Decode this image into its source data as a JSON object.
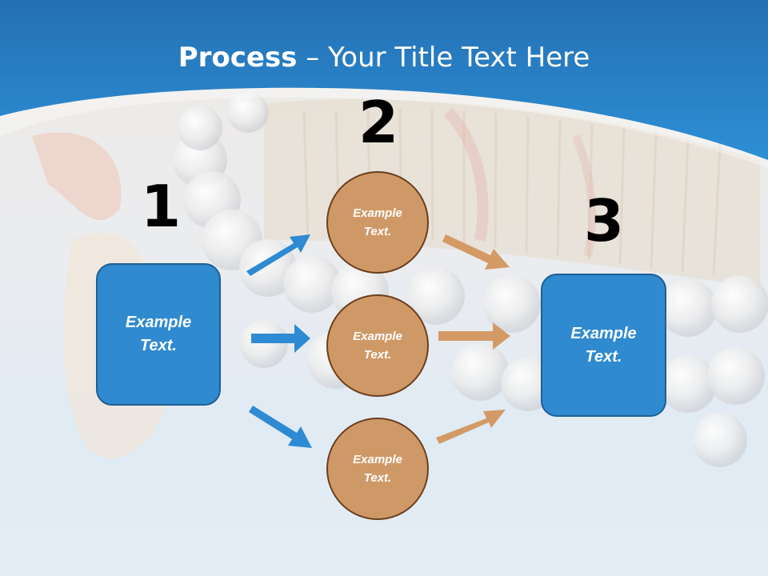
{
  "slide": {
    "title_bold": "Process",
    "title_rest": " – Your Title Text Here"
  },
  "steps": {
    "n1": "1",
    "n2": "2",
    "n3": "3"
  },
  "nodes": {
    "left_box": "Example Text.",
    "circle_top": "Example Text.",
    "circle_mid": "Example Text.",
    "circle_bot": "Example Text.",
    "right_box": "Example Text."
  },
  "colors": {
    "header_blue": "#2a7fc4",
    "box_blue": "#2f8ad0",
    "circle_tan": "#cf9967",
    "arrow_blue": "#2e8ad2",
    "arrow_tan": "#d49a66"
  }
}
